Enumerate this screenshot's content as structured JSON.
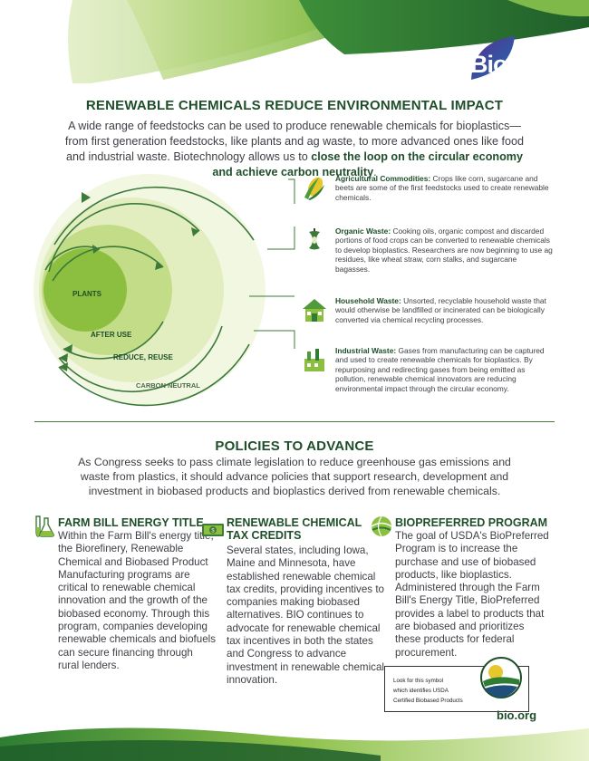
{
  "brand": {
    "logo_text": "Bio",
    "url": "bio.org"
  },
  "section1": {
    "title": "RENEWABLE CHEMICALS REDUCE ENVIRONMENTAL IMPACT",
    "intro_part1": "A wide range of feedstocks can be used to produce renewable chemicals for bioplastics—from first generation feedstocks, like plants and ag waste, to more advanced ones like food and industrial waste. Biotechnology allows us to ",
    "intro_bold": "close the loop on the circular economy and achieve carbon neutrality",
    "intro_end": "."
  },
  "diagram": {
    "rings": [
      "PLANTS",
      "AFTER USE",
      "REDUCE, REUSE",
      "CARBON NEUTRAL"
    ],
    "colors": {
      "dark": "#8cbf3f",
      "mid": "#c3dc87",
      "light": "#e2eec0",
      "pale": "#f2f7e2",
      "arrow": "#3c7a3a"
    }
  },
  "feedstocks": [
    {
      "icon": "corn-icon",
      "label": "Agricultural Commodities:",
      "text": "Crops like corn, sugarcane and beets are some of the first feedstocks used to create renewable chemicals."
    },
    {
      "icon": "apple-core-icon",
      "label": "Organic Waste:",
      "text": "Cooking oils, organic compost and discarded portions of food crops can be converted to renewable chemicals to develop bioplastics. Researchers are now beginning to use ag residues, like wheat straw, corn stalks, and sugarcane bagasses."
    },
    {
      "icon": "house-icon",
      "label": "Household Waste:",
      "text": "Unsorted, recyclable household waste that would otherwise be landfilled or incinerated can be biologically converted via chemical recycling processes."
    },
    {
      "icon": "factory-icon",
      "label": "Industrial Waste:",
      "text": "Gases from manufacturing can be captured and used to create renewable chemicals for bioplastics. By repurposing and redirecting gases from being emitted as pollution, renewable chemical innovators are reducing environmental impact through the circular economy."
    }
  ],
  "section2": {
    "title": "POLICIES TO ADVANCE",
    "intro": "As Congress seeks to pass climate legislation to reduce greenhouse gas emissions and waste from plastics, it should advance policies that support research, development and investment in biobased products and bioplastics derived from renewable chemicals."
  },
  "policies": [
    {
      "icon": "flask-icon",
      "title": "FARM BILL ENERGY TITLE",
      "text": "Within the Farm Bill's energy title, the Biorefinery, Renewable Chemical and Biobased Product Manufacturing programs are critical to renewable chemical innovation and the growth of the biobased economy. Through this program, companies developing renewable chemicals and biofuels can secure financing through rural lenders."
    },
    {
      "icon": "money-icon",
      "title": "RENEWABLE CHEMICAL TAX CREDITS",
      "text": "Several states, including Iowa, Maine and Minnesota, have established renewable chemical tax credits, providing incentives to companies making biobased alternatives. BIO continues to advocate for renewable chemical tax incentives in both the states and Congress to advance investment in renewable chemical innovation."
    },
    {
      "icon": "globe-icon",
      "title": "BIOPREFERRED PROGRAM",
      "text": "The goal of USDA's BioPreferred Program is to increase the purchase and use of biobased products, like bioplastics. Administered through the Farm Bill's Energy Title, BioPreferred provides a label to products that are biobased and prioritizes these products for federal procurement."
    }
  ],
  "seal": {
    "line1": "Look for this symbol",
    "line2": "which identifies USDA",
    "line3": "Certified Biobased Products"
  }
}
